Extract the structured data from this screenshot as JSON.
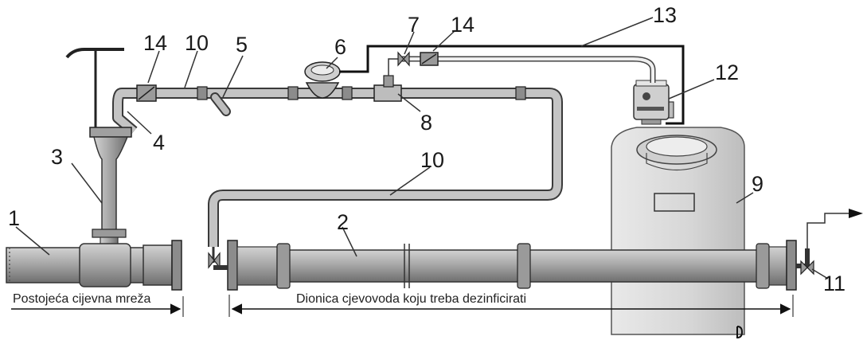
{
  "callouts": {
    "c1": "1",
    "c2": "2",
    "c3": "3",
    "c4": "4",
    "c5": "5",
    "c6": "6",
    "c7": "7",
    "c8": "8",
    "c9": "9",
    "c10a": "10",
    "c10b": "10",
    "c11": "11",
    "c12": "12",
    "c13": "13",
    "c14a": "14",
    "c14b": "14"
  },
  "captions": {
    "existing_network": "Postojeća cijevna mreža",
    "section_to_disinfect": "Dionica cjevovoda koju treba dezinficirati"
  },
  "colors": {
    "pipe_fill": "#a9a9a9",
    "pipe_stroke": "#3a3a3a",
    "tank_fill": "#dcdcdc",
    "hose_fill": "#d8d8d8",
    "signal_line": "#111111",
    "text": "#1a1a1a"
  }
}
